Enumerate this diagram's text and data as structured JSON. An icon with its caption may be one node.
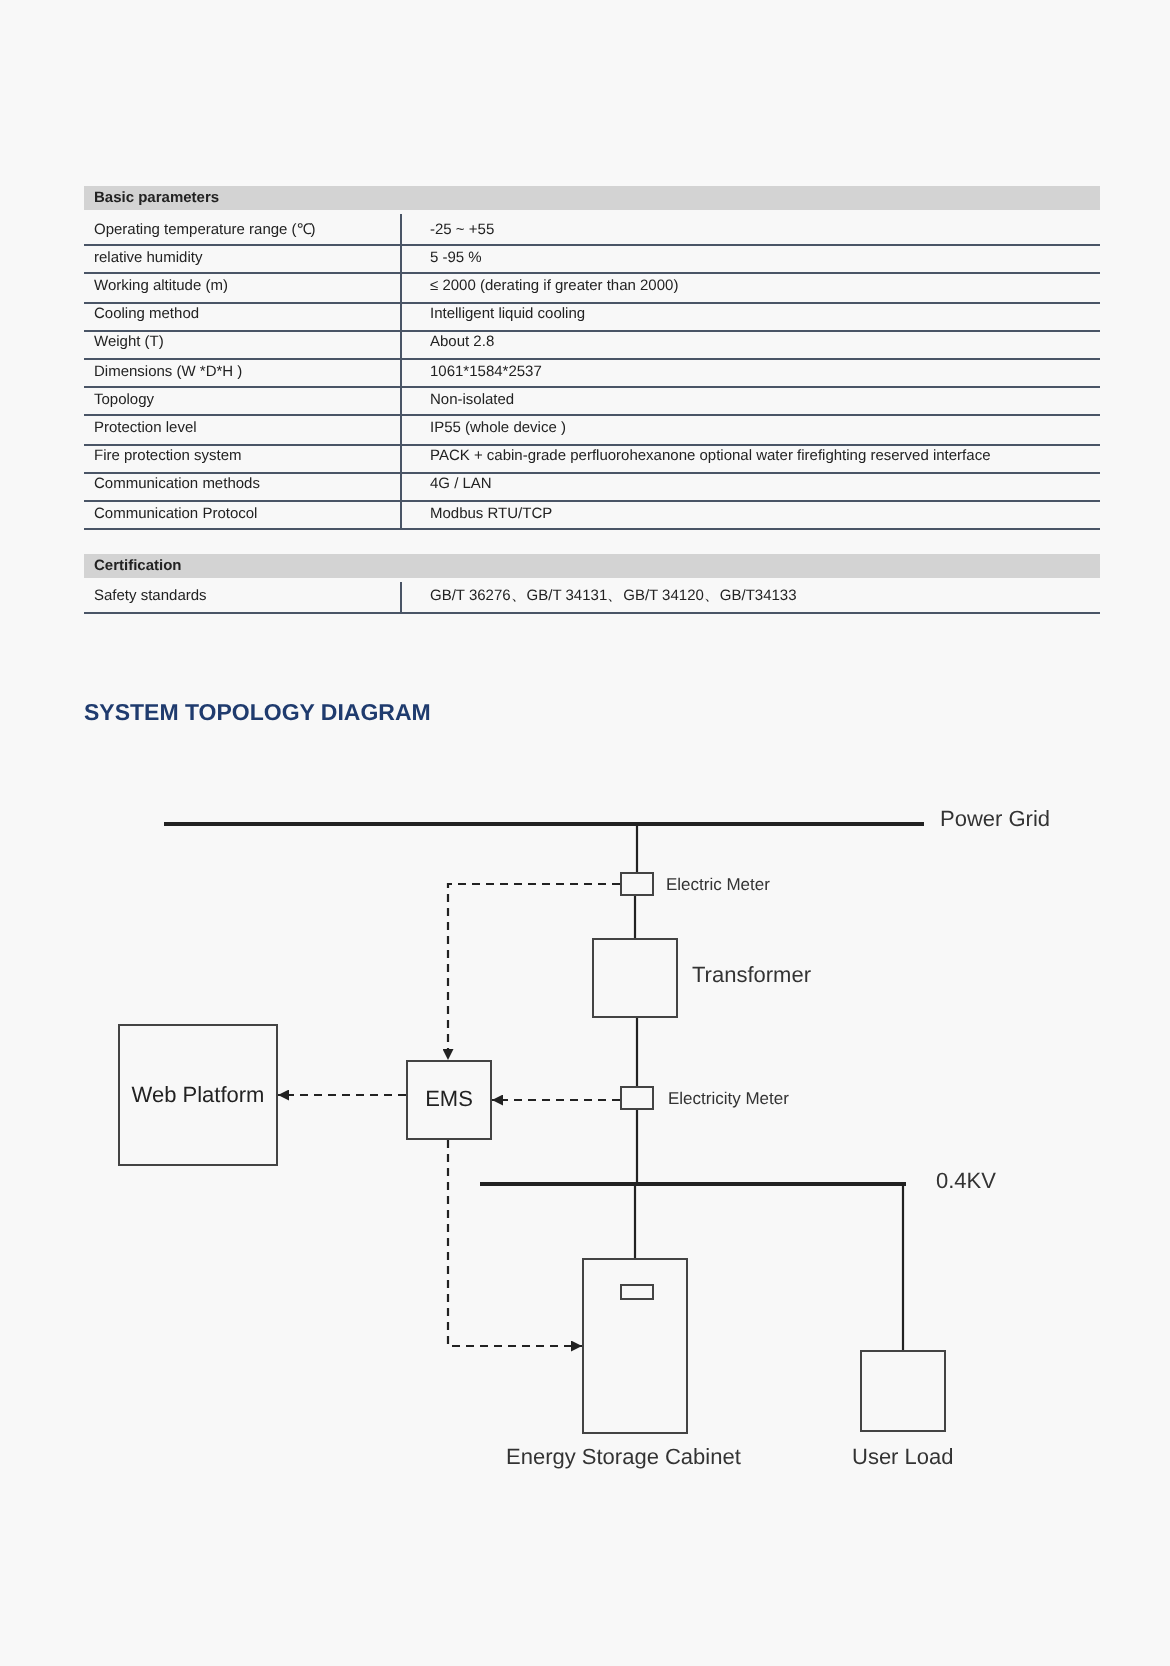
{
  "diagram": {
    "title": "SYSTEM TOPOLOGY DIAGRAM",
    "nodes": [
      {
        "text": [],
        "shape": "bar",
        "beside": [
          "Power Grid"
        ]
      },
      {
        "text": [],
        "shape": "box",
        "beside": [
          "Electric Meter"
        ]
      },
      {
        "text": [],
        "shape": "box",
        "beside": [
          "Transformer"
        ]
      },
      {
        "text": [],
        "shape": "box",
        "beside": [
          "Electricity Meter"
        ]
      },
      {
        "text": [
          "Web Platform"
        ]
      },
      {
        "text": [
          "EMS"
        ]
      },
      {
        "text": [],
        "shape": "bar",
        "beside": [
          "0.4KV"
        ]
      },
      {
        "text": [],
        "shape": "box",
        "beside": [
          "Energy Storage Cabinet"
        ]
      },
      {
        "text": [],
        "shape": "box",
        "beside": [
          "User Load"
        ]
      }
    ],
    "edges": [
      {
        "from": 0,
        "to": 1,
        "arrow": "none"
      },
      {
        "from": 1,
        "to": 2,
        "arrow": "none"
      },
      {
        "from": 2,
        "to": 3,
        "arrow": "none"
      },
      {
        "from": 3,
        "to": 6,
        "arrow": "none"
      },
      {
        "from": 6,
        "to": 7,
        "arrow": "none"
      },
      {
        "from": 6,
        "to": 8,
        "arrow": "none"
      },
      {
        "from": 1,
        "to": 5,
        "arrow": "to",
        "style": "dashed"
      },
      {
        "from": 3,
        "to": 5,
        "arrow": "to",
        "style": "dashed"
      },
      {
        "from": 5,
        "to": 4,
        "arrow": "to",
        "style": "dashed"
      },
      {
        "from": 5,
        "to": 7,
        "arrow": "to",
        "style": "dashed"
      }
    ],
    "labels": [
      "Basic parameters",
      "Operating temperature range (℃)",
      "-25 ~ +55",
      "relative humidity",
      "5 -95 %",
      "Working altitude (m)",
      "≤ 2000 (derating if greater than 2000)",
      "Cooling method",
      "Intelligent liquid cooling",
      "Weight (T)",
      "About 2.8",
      "Dimensions (W *D*H )",
      "1061*1584*2537",
      "Topology",
      "Non-isolated",
      "Protection level",
      "IP55 (whole device )",
      "Fire protection system",
      "PACK + cabin-grade perfluorohexanone optional water firefighting reserved interface",
      "Communication methods",
      "4G / LAN",
      "Communication Protocol",
      "Modbus RTU/TCP",
      "Certification",
      "Safety standards",
      "GB/T 36276、GB/T 34131、GB/T 34120、GB/T34133"
    ]
  }
}
